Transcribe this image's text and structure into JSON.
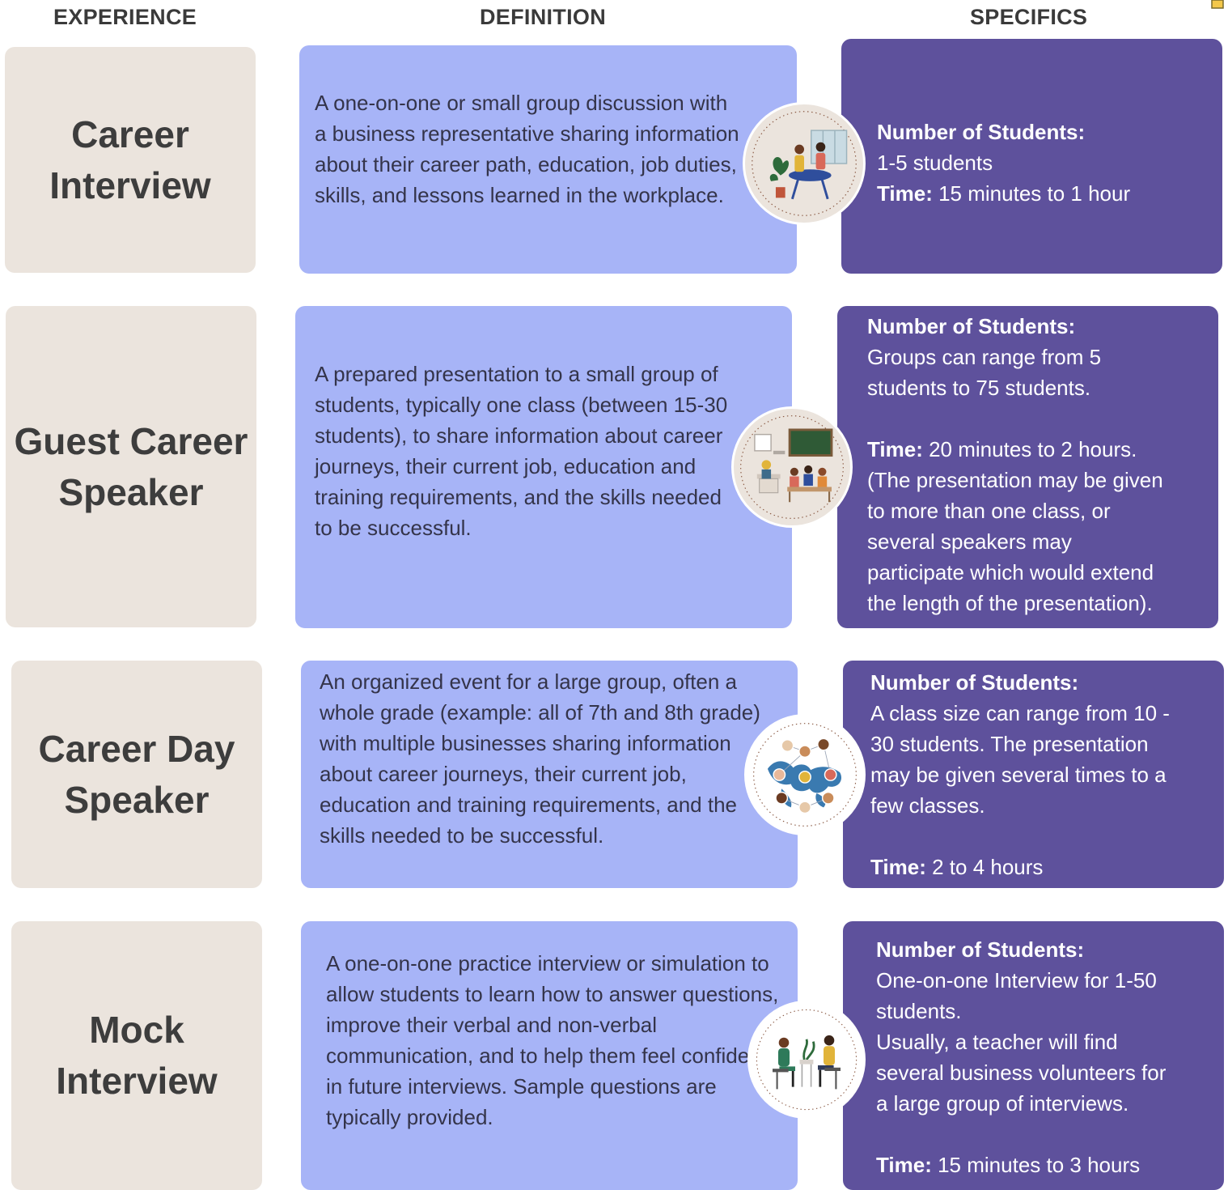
{
  "headers": {
    "experience": "EXPERIENCE",
    "definition": "DEFINITION",
    "specifics": "SPECIFICS"
  },
  "rows": [
    {
      "experience": [
        "Career",
        "Interview"
      ],
      "definition": "A one-on-one or small group discussion with a business representative sharing information about their career path, education, job duties, skills, and lessons learned in the workplace.",
      "icon": "meeting-table-icon",
      "specifics": {
        "students_label": "Number of Students:",
        "students_lines": [
          "1-5 students"
        ],
        "time_label": "Time:",
        "time_lines": [
          " 15 minutes to 1 hour"
        ]
      }
    },
    {
      "experience": [
        "Guest Career",
        "Speaker"
      ],
      "definition": "A prepared presentation to a small group of students, typically one class (between 15-30 students), to share information about career journeys, their current job, education and training requirements, and the skills needed to be successful.",
      "icon": "classroom-icon",
      "specifics": {
        "students_label": "Number of Students:",
        "students_lines": [
          "Groups can range from 5",
          "students to 75 students."
        ],
        "time_label": "Time:",
        "time_lines": [
          " 20 minutes to 2 hours.",
          "(The presentation may be given",
          "to more than one class, or",
          "several speakers may",
          "participate which would extend",
          "the length of the presentation)."
        ]
      }
    },
    {
      "experience": [
        "Career Day",
        "Speaker"
      ],
      "definition": "An organized event for a large group, often a whole grade (example: all of 7th and 8th grade) with multiple businesses sharing information about career journeys, their current job, education and training requirements, and the skills needed to be successful.",
      "icon": "world-network-icon",
      "specifics": {
        "students_label": "Number of Students:",
        "students_lines": [
          "A class size can range from 10 -",
          "30 students. The presentation",
          "may be given several times to a",
          "few classes."
        ],
        "time_label": "Time:",
        "time_lines": [
          " 2 to 4 hours"
        ]
      }
    },
    {
      "experience": [
        "Mock",
        "Interview"
      ],
      "definition": "A one-on-one practice interview or simulation to allow students to learn how to answer questions, improve their verbal and non-verbal communication, and to help them feel confident in future interviews. Sample questions are typically provided.",
      "icon": "interview-chairs-icon",
      "specifics": {
        "students_label": "Number of Students:",
        "students_lines": [
          "One-on-one Interview for 1-50",
          "students.",
          "Usually, a teacher will find",
          "several business volunteers for",
          "a large group of interviews."
        ],
        "time_label": "Time:",
        "time_lines": [
          " 15 minutes to 3 hours"
        ]
      }
    }
  ]
}
